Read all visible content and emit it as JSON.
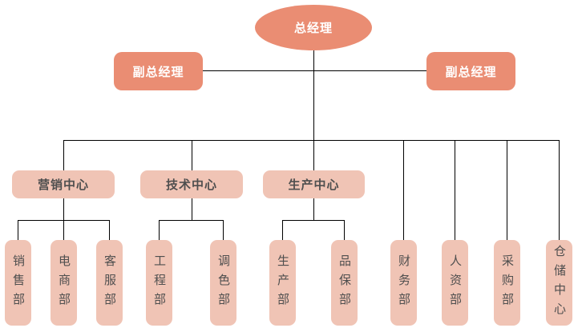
{
  "colors": {
    "node_primary": "#ea8d73",
    "node_secondary": "#f0c4b5",
    "connector": "#000000",
    "text_on_primary": "#ffffff",
    "text_on_secondary": "#4f4f4f"
  },
  "chart": {
    "type": "org-chart",
    "root": {
      "label": "总经理"
    },
    "deputies": [
      {
        "label": "副总经理"
      },
      {
        "label": "副总经理"
      }
    ],
    "centers": [
      {
        "label": "营销中心",
        "children": [
          "销售部",
          "电商部",
          "客服部"
        ]
      },
      {
        "label": "技术中心",
        "children": [
          "工程部",
          "调色部"
        ]
      },
      {
        "label": "生产中心",
        "children": [
          "生产部",
          "品保部"
        ]
      }
    ],
    "departments": [
      {
        "label": "销售部"
      },
      {
        "label": "电商部"
      },
      {
        "label": "客服部"
      },
      {
        "label": "工程部"
      },
      {
        "label": "调色部"
      },
      {
        "label": "生产部"
      },
      {
        "label": "品保部"
      },
      {
        "label": "财务部"
      },
      {
        "label": "人资部"
      },
      {
        "label": "采购部"
      },
      {
        "label": "仓储中心"
      }
    ]
  }
}
